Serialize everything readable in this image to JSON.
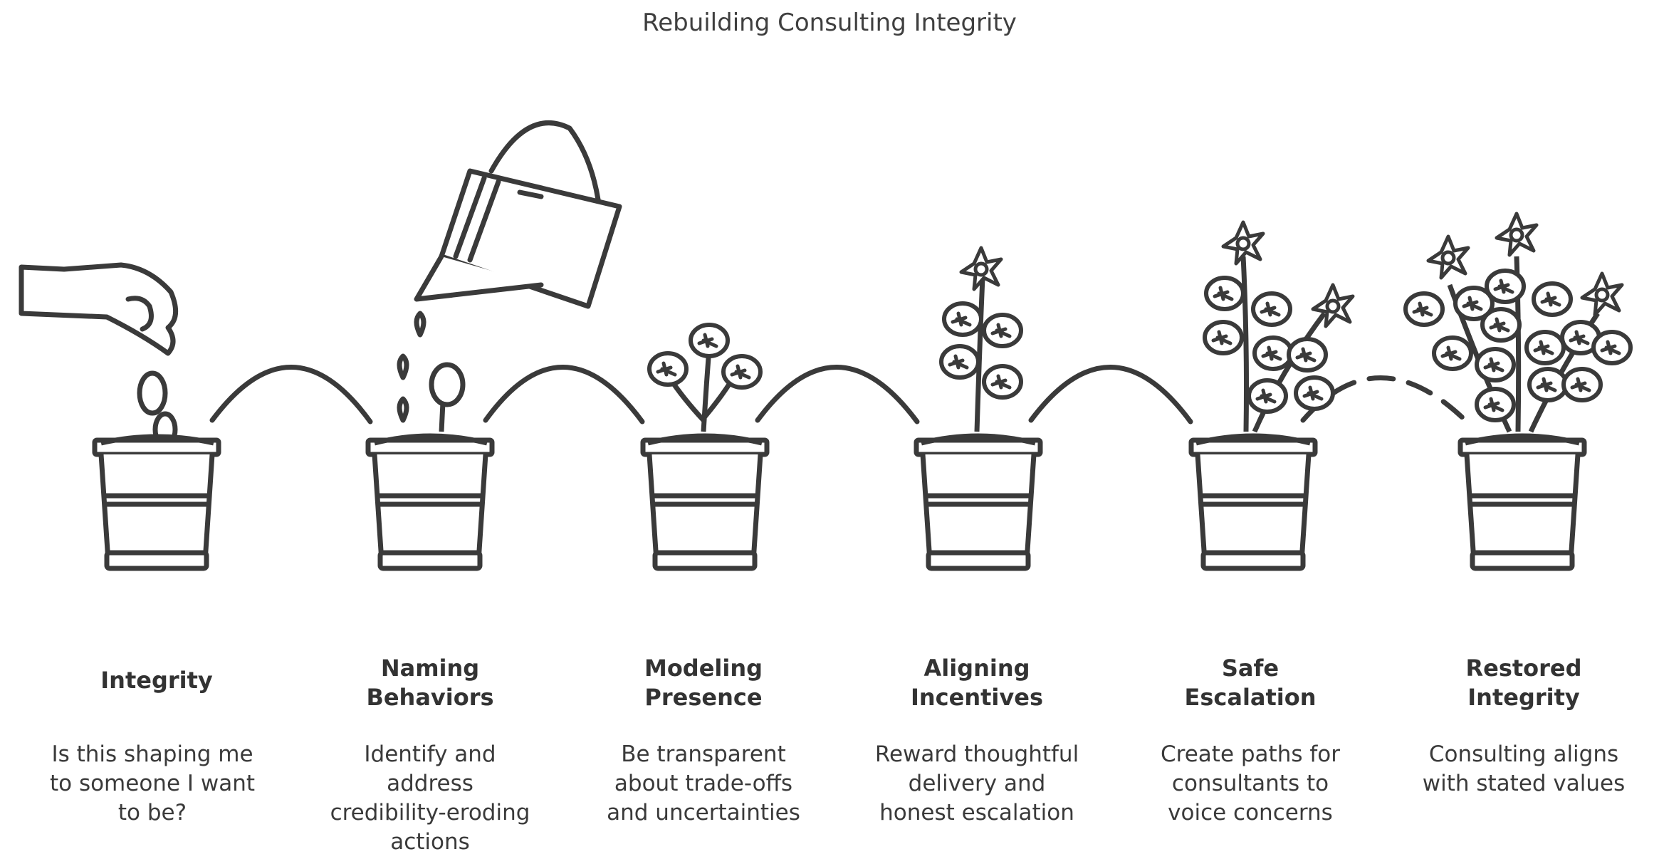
{
  "title": "Rebuilding Consulting Integrity",
  "stages": [
    {
      "label": [
        "Integrity"
      ],
      "desc": [
        "Is this shaping me",
        "to someone I want",
        "to be?"
      ]
    },
    {
      "label": [
        "Naming",
        "Behaviors"
      ],
      "desc": [
        "Identify and",
        "address",
        "credibility-eroding",
        "actions"
      ]
    },
    {
      "label": [
        "Modeling",
        "Presence"
      ],
      "desc": [
        "Be transparent",
        "about trade-offs",
        "and uncertainties"
      ]
    },
    {
      "label": [
        "Aligning",
        "Incentives"
      ],
      "desc": [
        "Reward thoughtful",
        "delivery and",
        "honest escalation"
      ]
    },
    {
      "label": [
        "Safe",
        "Escalation"
      ],
      "desc": [
        "Create paths for",
        "consultants to",
        "voice concerns"
      ]
    },
    {
      "label": [
        "Restored",
        "Integrity"
      ],
      "desc": [
        "Consulting aligns",
        "with stated values"
      ]
    }
  ],
  "colors": {
    "stroke": "#3a3a3a",
    "text": "#333333",
    "background": "#ffffff"
  }
}
